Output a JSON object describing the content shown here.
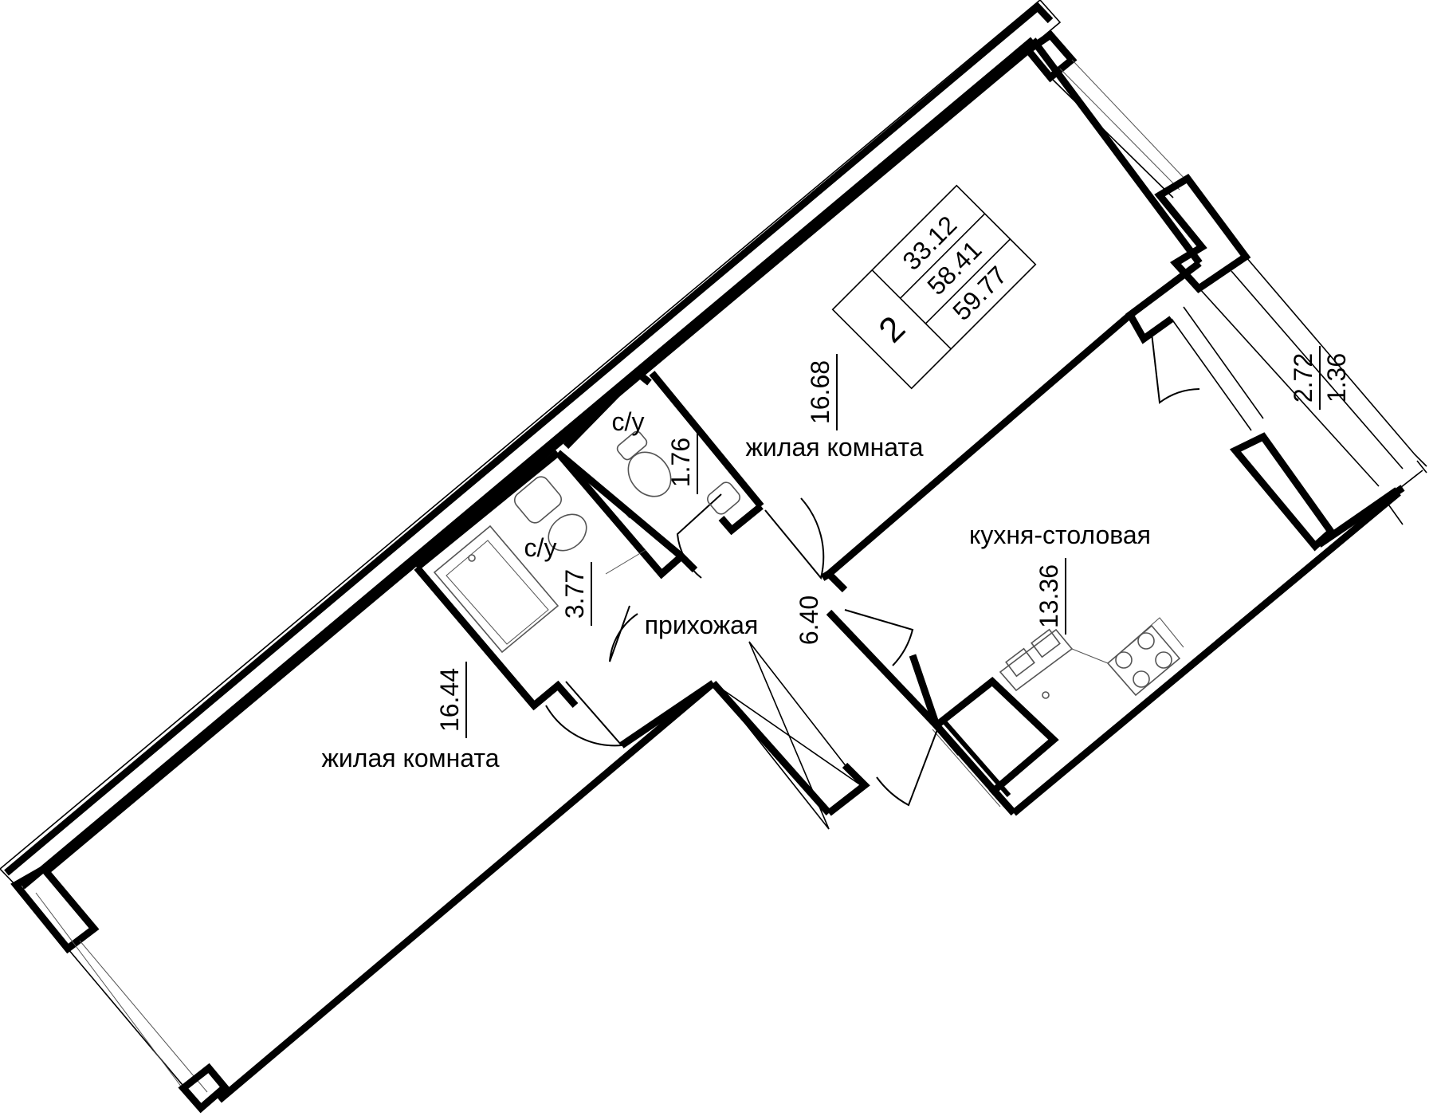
{
  "plan": {
    "apartment": {
      "rooms_count": "2",
      "living_area": "33.12",
      "total_area": "58.41",
      "total_area_with_balcony": "59.77"
    },
    "rooms": {
      "living_room_1": {
        "name": "жилая комната",
        "area": "16.68"
      },
      "living_room_2": {
        "name": "жилая комната",
        "area": "16.44"
      },
      "kitchen": {
        "name": "кухня-столовая",
        "area": "13.36"
      },
      "hallway": {
        "name": "прихожая",
        "area": "6.40"
      },
      "bathroom": {
        "name": "с/у",
        "area": "3.77"
      },
      "toilet": {
        "name": "с/у",
        "area": "1.76"
      },
      "balcony": {
        "area": "2.72",
        "reduced_area": "1.36"
      }
    }
  },
  "colors": {
    "line": "#000000",
    "background": "#ffffff",
    "fixture": "#555555"
  }
}
